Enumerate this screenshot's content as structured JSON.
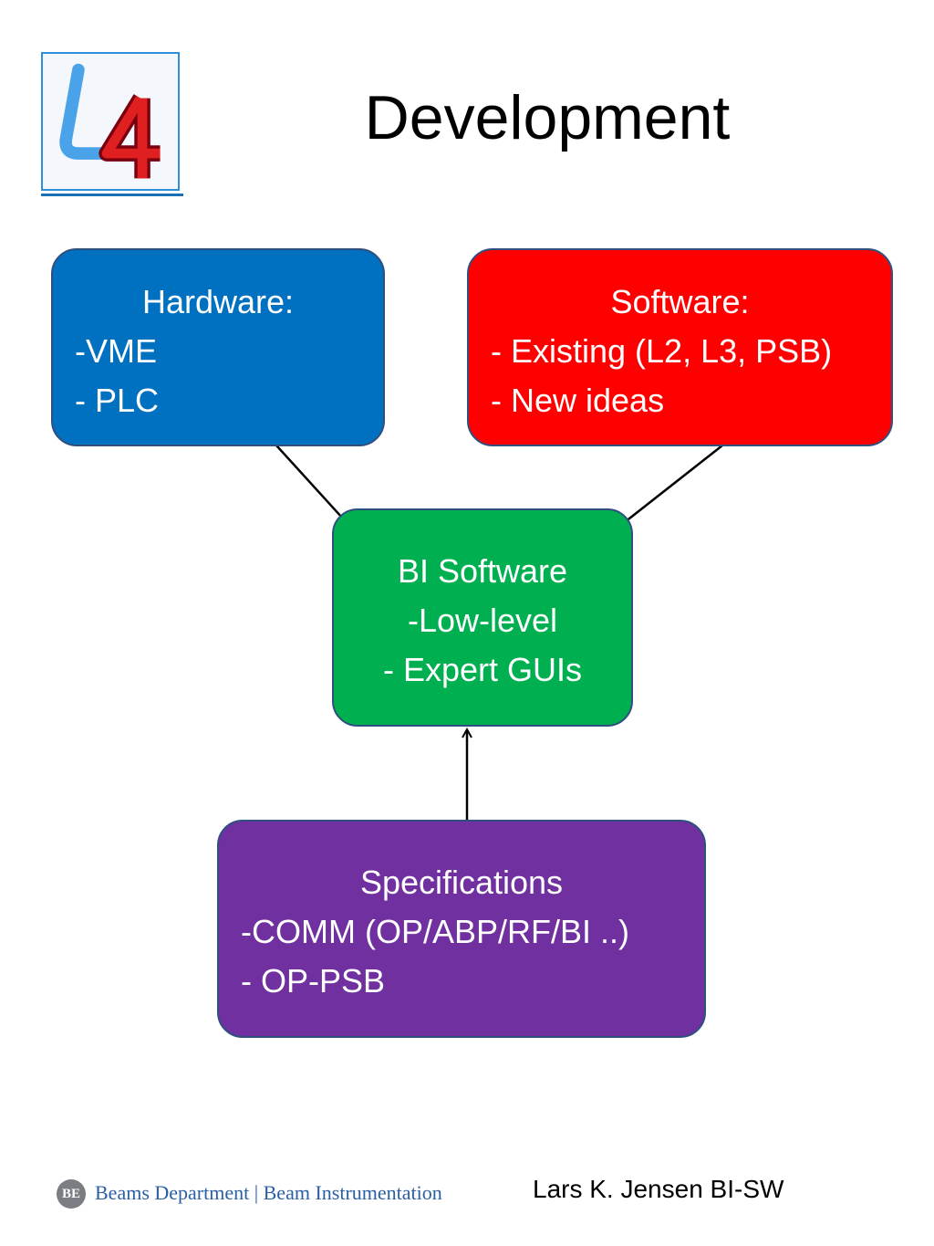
{
  "logo": {
    "text": "L4"
  },
  "title": "Development",
  "boxes": {
    "hardware": {
      "heading": "Hardware:",
      "items": [
        "-VME",
        "- PLC"
      ],
      "color": "#0070c0"
    },
    "software": {
      "heading": "Software:",
      "items": [
        "- Existing (L2, L3, PSB)",
        "- New ideas"
      ],
      "color": "#ff0000"
    },
    "bi_software": {
      "heading": "BI Software",
      "items": [
        "-Low-level",
        "- Expert GUIs"
      ],
      "color": "#00b050"
    },
    "specifications": {
      "heading": "Specifications",
      "items": [
        "-COMM (OP/ABP/RF/BI ..)",
        "- OP-PSB"
      ],
      "color": "#7030a0"
    }
  },
  "edges": [
    {
      "from": "hardware",
      "to": "bi_software"
    },
    {
      "from": "software",
      "to": "bi_software"
    },
    {
      "from": "specifications",
      "to": "bi_software"
    }
  ],
  "footer": {
    "dept_logo": "BE",
    "department": "Beams Department | Beam Instrumentation",
    "author": "Lars K. Jensen BI-SW"
  }
}
